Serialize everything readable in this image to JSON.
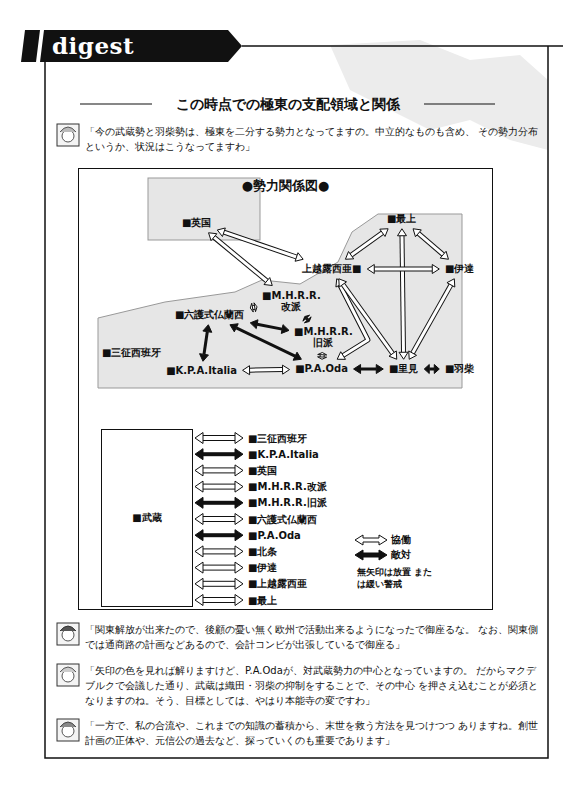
{
  "diagram": {
    "title": "この時点での極東の支配領域と関係",
    "nodes": [
      {
        "text": [
          "●勢力関係図●"
        ]
      },
      {
        "text": [
          "■英国"
        ],
        "in": 0
      },
      {
        "text": [
          "■最上"
        ],
        "in": 0
      },
      {
        "text": [
          "上越露西亜■"
        ],
        "in": 0
      },
      {
        "text": [
          "■伊達"
        ],
        "in": 0
      },
      {
        "text": [
          "■M.H.R.R. 改派"
        ],
        "in": 0
      },
      {
        "text": [
          "■六護式仏蘭西"
        ],
        "in": 0
      },
      {
        "text": [
          "■M.H.R.R. 旧派"
        ],
        "in": 0
      },
      {
        "text": [
          "■三征西班牙"
        ],
        "in": 0
      },
      {
        "text": [
          "■K.P.A.Italia"
        ],
        "in": 0
      },
      {
        "text": [
          "■P.A.Oda"
        ],
        "in": 0
      },
      {
        "text": [
          "■里見"
        ],
        "in": 0
      },
      {
        "text": [
          "■羽柴"
        ],
        "in": 0
      },
      {
        "text": [
          "■武蔵"
        ],
        "in": 0
      },
      {
        "text": [
          "■三征西班牙"
        ],
        "in": 0
      },
      {
        "text": [
          "■K.P.A.Italia"
        ],
        "in": 0
      },
      {
        "text": [
          "■英国"
        ],
        "in": 0
      },
      {
        "text": [
          "■M.H.R.R.改派"
        ],
        "in": 0
      },
      {
        "text": [
          "■M.H.R.R.旧派"
        ],
        "in": 0
      },
      {
        "text": [
          "■六護式仏蘭西"
        ],
        "in": 0
      },
      {
        "text": [
          "■P.A.Oda"
        ],
        "in": 0
      },
      {
        "text": [
          "■北条"
        ],
        "in": 0
      },
      {
        "text": [
          "■伊達"
        ],
        "in": 0
      },
      {
        "text": [
          "■上越露西亜"
        ],
        "in": 0
      },
      {
        "text": [
          "■最上"
        ],
        "in": 0
      }
    ],
    "edges": [
      {
        "from": 1,
        "to": 3,
        "arrow": "both"
      },
      {
        "from": 1,
        "to": 5,
        "arrow": "both"
      },
      {
        "from": 6,
        "to": 5,
        "arrow": "both"
      },
      {
        "from": 6,
        "to": 7,
        "arrow": "both"
      },
      {
        "from": 5,
        "to": 7,
        "arrow": "both"
      },
      {
        "from": 6,
        "to": 10,
        "arrow": "both"
      },
      {
        "from": 6,
        "to": 9,
        "arrow": "both"
      },
      {
        "from": 9,
        "to": 10,
        "arrow": "both"
      },
      {
        "from": 7,
        "to": 10,
        "arrow": "both"
      },
      {
        "from": 10,
        "to": 11,
        "arrow": "both"
      },
      {
        "from": 11,
        "to": 12,
        "arrow": "both"
      },
      {
        "from": 3,
        "to": 10,
        "arrow": "both"
      },
      {
        "from": 3,
        "to": 11,
        "arrow": "both"
      },
      {
        "from": 2,
        "to": 11,
        "arrow": "both"
      },
      {
        "from": 4,
        "to": 11,
        "arrow": "both"
      },
      {
        "from": 2,
        "to": 3,
        "arrow": "both"
      },
      {
        "from": 2,
        "to": 4,
        "arrow": "both"
      },
      {
        "from": 3,
        "to": 4,
        "arrow": "both"
      },
      {
        "from": 13,
        "to": 14,
        "arrow": "both"
      },
      {
        "from": 13,
        "to": 15,
        "arrow": "both"
      },
      {
        "from": 13,
        "to": 16,
        "arrow": "both"
      },
      {
        "from": 13,
        "to": 17,
        "arrow": "both"
      },
      {
        "from": 13,
        "to": 18,
        "arrow": "both"
      },
      {
        "from": 13,
        "to": 19,
        "arrow": "both"
      },
      {
        "from": 13,
        "to": 20,
        "arrow": "both"
      },
      {
        "from": 13,
        "to": 21,
        "arrow": "both"
      },
      {
        "from": 13,
        "to": 22,
        "arrow": "both"
      },
      {
        "from": 13,
        "to": 23,
        "arrow": "both"
      },
      {
        "from": 13,
        "to": 24,
        "arrow": "both"
      }
    ],
    "labels": [
      "digest",
      "「今の武蔵勢と羽柴勢は、極東を二分する勢力となってますの。中立的なものも含め、 その勢力分布というか、状況はこうなってますわ」",
      "無矢印は放置 または緩い警戒",
      "「関東解放が出来たので、後顧の憂い無く欧州で活動出来るようになったで御座るな。 なお、関東側では通商路の計画などあるので、会計コンビが出張しているで御座る」",
      "「矢印の色を見れば解りますけど、P.A.Odaが、対武蔵勢力の中心となっていますの。 だからマクデブルクで会議した通り、武蔵は織田・羽柴の抑制をすることで、その中心 を押さえ込むことが必須となりますのね。そう、目標としては、やはり本能寺の変ですわ」",
      "「一方で、私の合流や、これまでの知識の蓄積から、末世を救う方法を見つけつつ ありますね。創世計画の正体や、元信公の過去など、探っていくのも重要であります」"
    ],
    "legend": [
      {
        "text": "協働"
      },
      {
        "text": "敵対"
      }
    ]
  }
}
